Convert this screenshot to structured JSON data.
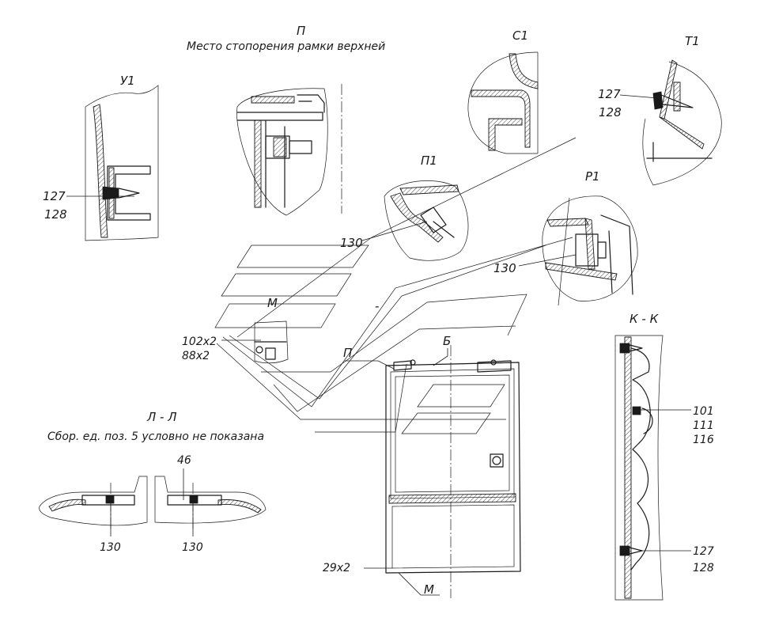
{
  "views": {
    "u1": {
      "title": "У1",
      "callout_a": "127",
      "callout_b": "128"
    },
    "p": {
      "title": "П",
      "subtitle": "Место стопорения рамки верхней"
    },
    "c1": {
      "title": "С1"
    },
    "t1": {
      "title": "Т1",
      "callout_a": "127",
      "callout_b": "128"
    },
    "p1": {
      "title": "П1",
      "callout": "130"
    },
    "r1": {
      "title": "Р1",
      "callout": "130"
    },
    "m": {
      "title": "М",
      "callout_a": "102x2",
      "callout_b": "88x2"
    },
    "ll": {
      "title": "Л - Л",
      "subtitle": "Сбор. ед. поз. 5 условно не показана",
      "callout_top": "46",
      "callout_left": "130",
      "callout_right": "130"
    },
    "kk": {
      "title": "К - К",
      "callout_a": "101",
      "callout_b": "111",
      "callout_c": "116",
      "callout_d": "127",
      "callout_e": "128"
    }
  },
  "main": {
    "label_p": "П",
    "label_b": "Б",
    "label_m": "М",
    "callout_29": "29x2",
    "dash": "-"
  }
}
